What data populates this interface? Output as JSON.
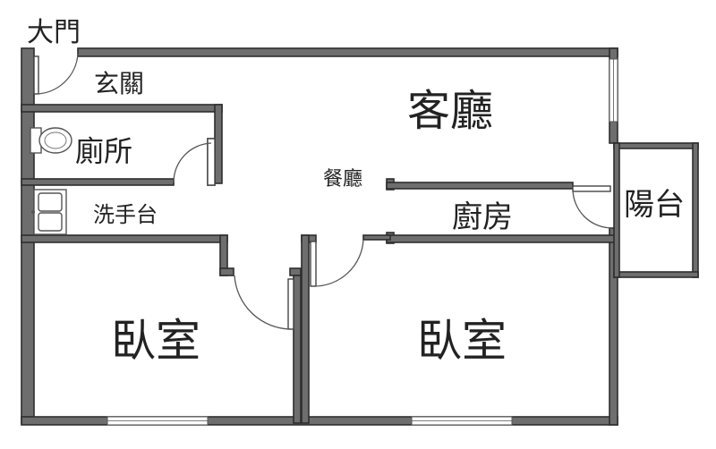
{
  "floor_plan": {
    "rooms": {
      "entrance_door": "大門",
      "foyer": "玄關",
      "living_room": "客廳",
      "toilet": "廁所",
      "dining_room": "餐廳",
      "washbasin": "洗手台",
      "kitchen": "廚房",
      "balcony": "陽台",
      "bedroom_left": "臥室",
      "bedroom_right": "臥室"
    }
  }
}
